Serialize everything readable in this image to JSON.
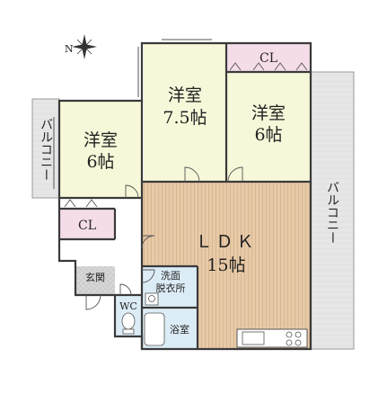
{
  "colors": {
    "room_western": "#f6f8d9",
    "closet": "#f4dce8",
    "ldk_wood": "#e6c9a8",
    "wet_area": "#dcecf6",
    "balcony": "#e4e4e4",
    "entrance": "#dcdcdc",
    "wall": "#3a3a3a"
  },
  "icons": {
    "north": "compass-star-icon"
  },
  "compass": {
    "label": "N"
  },
  "rooms": {
    "western_left": {
      "name": "洋室",
      "size": "6帖"
    },
    "western_center": {
      "name": "洋室",
      "size": "7.5帖"
    },
    "western_right": {
      "name": "洋室",
      "size": "6帖"
    },
    "ldk": {
      "name": "ＬＤＫ",
      "size": "15帖"
    },
    "closet_top": "CL",
    "closet_left": "CL",
    "balcony_left": "バルコニー",
    "balcony_right": "バルコニー",
    "entrance": "玄関",
    "toilet": "WC",
    "washroom": {
      "line1": "洗面",
      "line2": "脱衣所"
    },
    "bath": "浴室"
  }
}
